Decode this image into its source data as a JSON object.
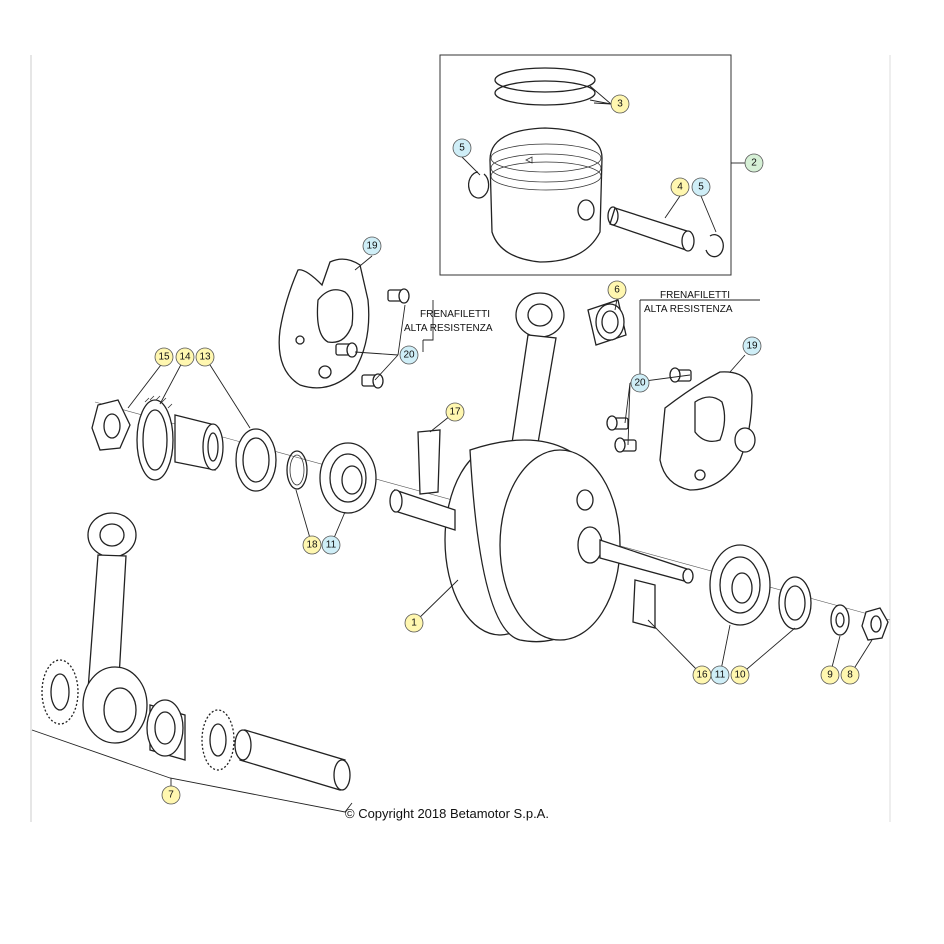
{
  "copyright": "© Copyright 2018 Betamotor S.p.A.",
  "notes": {
    "left": {
      "line1": "FRENAFILETTI",
      "line2": "ALTA RESISTENZA"
    },
    "right": {
      "line1": "FRENAFILETTI",
      "line2": "ALTA RESISTENZA"
    }
  },
  "callouts": {
    "c1": {
      "label": "1",
      "color": "#fff7b0"
    },
    "c2": {
      "label": "2",
      "color": "#d6f0d6"
    },
    "c3": {
      "label": "3",
      "color": "#fff7b0"
    },
    "c4": {
      "label": "4",
      "color": "#fff7b0"
    },
    "c5a": {
      "label": "5",
      "color": "#cfeef7"
    },
    "c5b": {
      "label": "5",
      "color": "#cfeef7"
    },
    "c6": {
      "label": "6",
      "color": "#fff7b0"
    },
    "c7": {
      "label": "7",
      "color": "#fff7b0"
    },
    "c8": {
      "label": "8",
      "color": "#fff7b0"
    },
    "c9": {
      "label": "9",
      "color": "#fff7b0"
    },
    "c10": {
      "label": "10",
      "color": "#fff7b0"
    },
    "c11a": {
      "label": "11",
      "color": "#cfeef7"
    },
    "c11b": {
      "label": "11",
      "color": "#cfeef7"
    },
    "c13": {
      "label": "13",
      "color": "#fff7b0"
    },
    "c14": {
      "label": "14",
      "color": "#fff7b0"
    },
    "c15": {
      "label": "15",
      "color": "#fff7b0"
    },
    "c16": {
      "label": "16",
      "color": "#fff7b0"
    },
    "c17": {
      "label": "17",
      "color": "#fff7b0"
    },
    "c18": {
      "label": "18",
      "color": "#fff7b0"
    },
    "c19a": {
      "label": "19",
      "color": "#cfeef7"
    },
    "c19b": {
      "label": "19",
      "color": "#cfeef7"
    },
    "c20a": {
      "label": "20",
      "color": "#cfeef7"
    },
    "c20b": {
      "label": "20",
      "color": "#cfeef7"
    }
  }
}
